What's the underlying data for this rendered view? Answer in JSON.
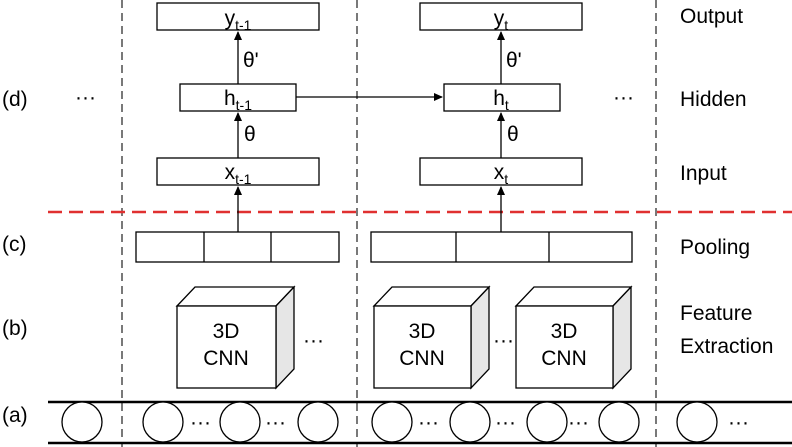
{
  "row_labels": {
    "d": "(d)",
    "c": "(c)",
    "b": "(b)",
    "a": "(a)"
  },
  "layer_names": {
    "output": "Output",
    "hidden": "Hidden",
    "input": "Input",
    "pooling": "Pooling",
    "feature_line1": "Feature",
    "feature_line2": "Extraction"
  },
  "nodes": {
    "y_prev": {
      "base": "y",
      "sub": "t-1"
    },
    "h_prev": {
      "base": "h",
      "sub": "t-1"
    },
    "x_prev": {
      "base": "x",
      "sub": "t-1"
    },
    "y_cur": {
      "base": "y",
      "sub": "t"
    },
    "h_cur": {
      "base": "h",
      "sub": "t"
    },
    "x_cur": {
      "base": "x",
      "sub": "t"
    }
  },
  "weights": {
    "hidden_to_output": "θ'",
    "input_to_hidden": "θ"
  },
  "cnn": {
    "line1": "3D",
    "line2": "CNN"
  },
  "ellipsis": "···"
}
